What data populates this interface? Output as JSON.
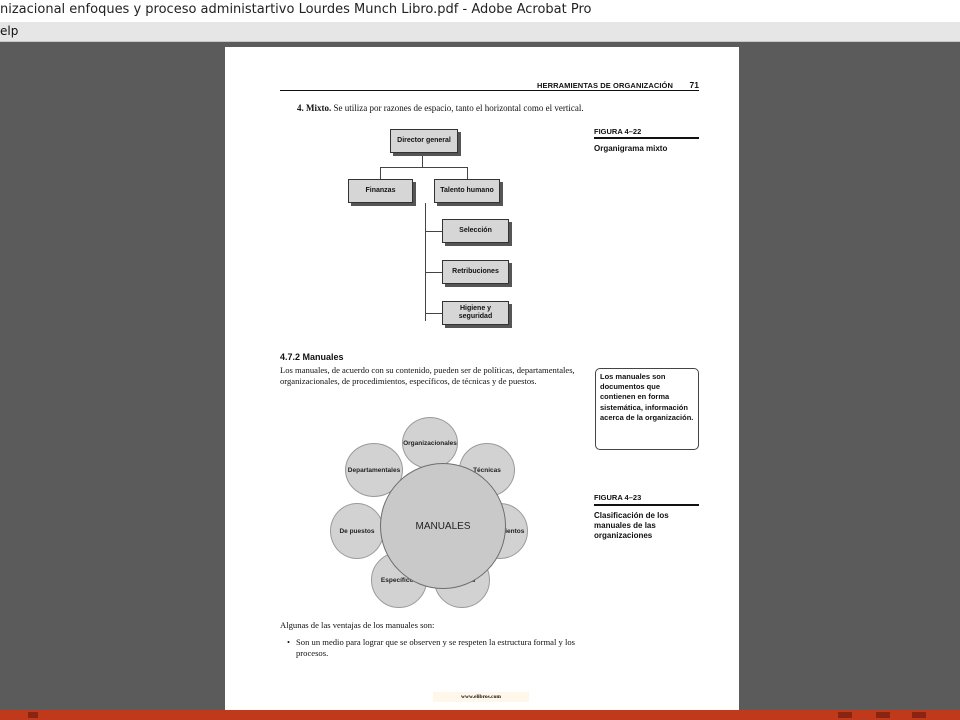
{
  "window": {
    "title": "nizacional enfoques y proceso administartivo Lourdes Munch  Libro.pdf - Adobe Acrobat Pro",
    "menu_help": "elp"
  },
  "page": {
    "running_head": "HERRAMIENTAS DE ORGANIZACIÓN",
    "page_number": "71",
    "mixto_label": "4. Mixto.",
    "mixto_text": " Se utiliza por razones de espacio, tanto el horizontal como el vertical.",
    "org": {
      "director": "Director general",
      "finanzas": "Finanzas",
      "talento": "Talento humano",
      "seleccion": "Selección",
      "retribuciones": "Retribuciones",
      "higiene": "Higiene y seguridad"
    },
    "fig1_label": "FIGURA 4–22",
    "fig1_title": "Organigrama mixto",
    "section_heading": "4.7.2 Manuales",
    "section_text": "Los manuales, de acuerdo con su contenido, pueden ser de políticas, departamentales, organizacionales, de procedimientos, específicos, de técnicas y de puestos.",
    "sidenote": "Los manuales son documentos que contienen en forma sistemática, información acerca de la organización.",
    "manuales": {
      "center": "MANUALES",
      "organizacionales": "Organizacionales",
      "tecnicas": "Técnicas",
      "procedimientos": "Procedimientos",
      "politicas": "Políticas",
      "especificos": "Específicos",
      "de_puestos": "De puestos",
      "departamentales": "Departamentales"
    },
    "fig2_label": "FIGURA 4–23",
    "fig2_title": "Clasificación de los manuales de las organizaciones",
    "ventajas_intro": "Algunas de las ventajas de los manuales son:",
    "bullet_1": "Son un medio para lograr que se observen y se respeten la estructura formal y los procesos.",
    "footer_url": "www.elibros.com"
  }
}
